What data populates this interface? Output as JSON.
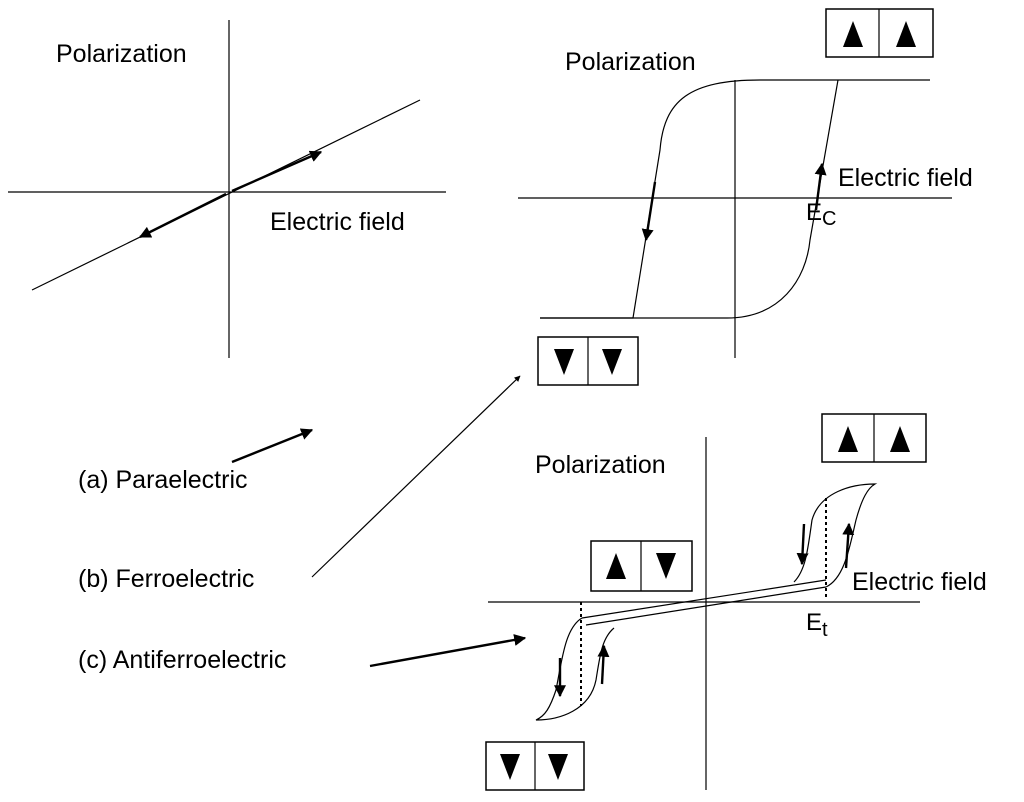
{
  "panel_a": {
    "ylabel": "Polarization",
    "xlabel": "Electric field"
  },
  "panel_b": {
    "ylabel": "Polarization",
    "xlabel": "Electric field",
    "coercive_field": "E",
    "coercive_sub": "C"
  },
  "panel_c": {
    "ylabel": "Polarization",
    "xlabel": "Electric field",
    "transition_field": "E",
    "transition_sub": "t"
  },
  "labels": {
    "paraelectric": "(a) Paraelectric",
    "ferroelectric": "(b) Ferroelectric",
    "antiferroelectric": "(c) Antiferroelectric"
  },
  "dipole_states": {
    "b_up": [
      "up",
      "up"
    ],
    "b_down": [
      "down",
      "down"
    ],
    "c_up": [
      "up",
      "up"
    ],
    "c_anti": [
      "up",
      "down"
    ],
    "c_down": [
      "down",
      "down"
    ]
  }
}
